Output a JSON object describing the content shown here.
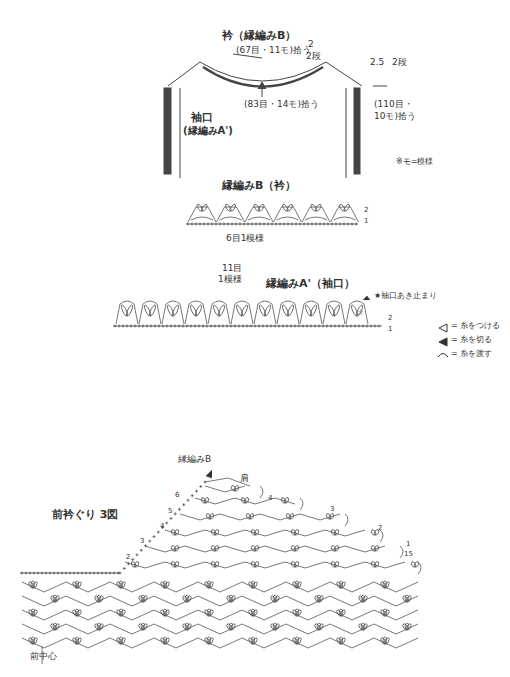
{
  "diagram": {
    "labels": [
      "衿（縁編みB）",
      "(67目・11モ)拾う",
      "2",
      "2段",
      "(83目・14モ)拾う",
      "袖口",
      "(縁編みA')",
      "(110目・",
      "10モ)拾う",
      "2.5",
      "2段",
      "※モ=模様",
      "縁編みB（衿）",
      "2",
      "1",
      "6目1模様",
      "11目",
      "1模様",
      "縁編みA'（袖口）",
      "★袖口あき止まり",
      "☆",
      "2",
      "1",
      "前衿ぐり 3図",
      "縁編みB",
      "肩",
      "6",
      "5",
      "4",
      "4",
      "3",
      "3",
      "2",
      "2",
      "1",
      "15",
      "前中心"
    ],
    "legend": [
      {
        "text": "= 糸をつける"
      },
      {
        "text": "= 糸を切る"
      },
      {
        "text": "= 糸を渡す"
      }
    ]
  }
}
